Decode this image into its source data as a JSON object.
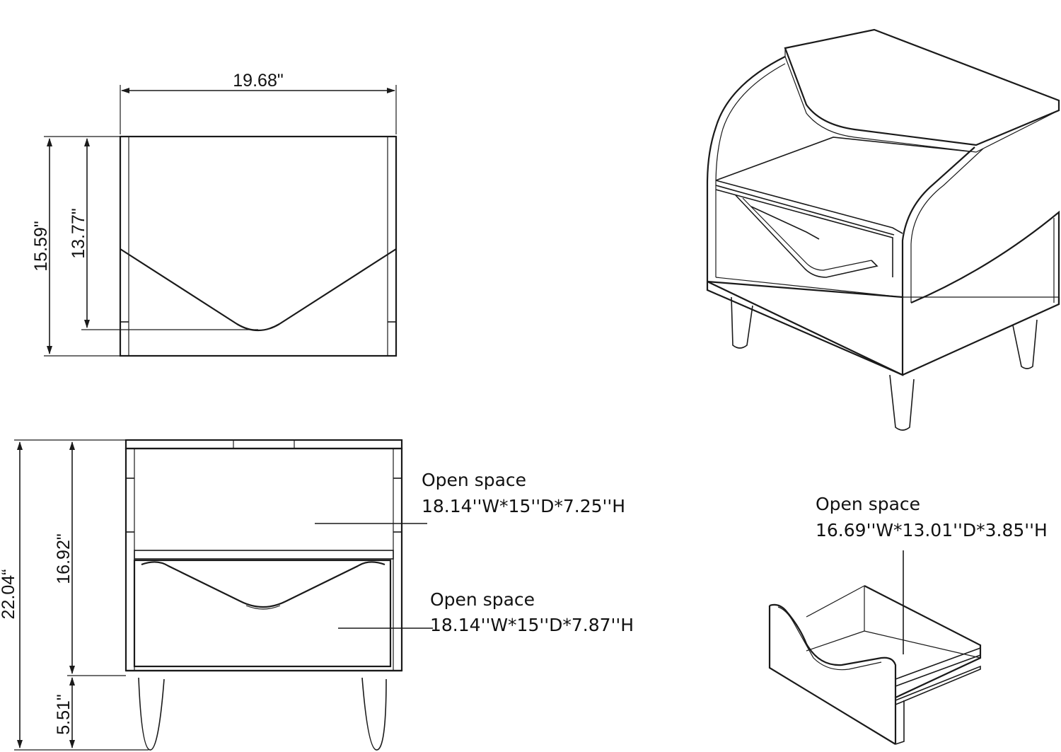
{
  "top_view": {
    "width": "19.68\"",
    "depth_total": "15.59\"",
    "depth_inner": "13.77\""
  },
  "front_view": {
    "height_total": "22.04“",
    "height_body": "16.92\"",
    "height_legs": "5.51\""
  },
  "callouts": {
    "shelf_title": "Open space",
    "shelf_size": "18.14''W*15''D*7.25''H",
    "drawer_front_title": "Open space",
    "drawer_front_size": "18.14''W*15''D*7.87''H",
    "drawer_title": "Open space",
    "drawer_size": "16.69''W*13.01''D*3.85''H"
  }
}
